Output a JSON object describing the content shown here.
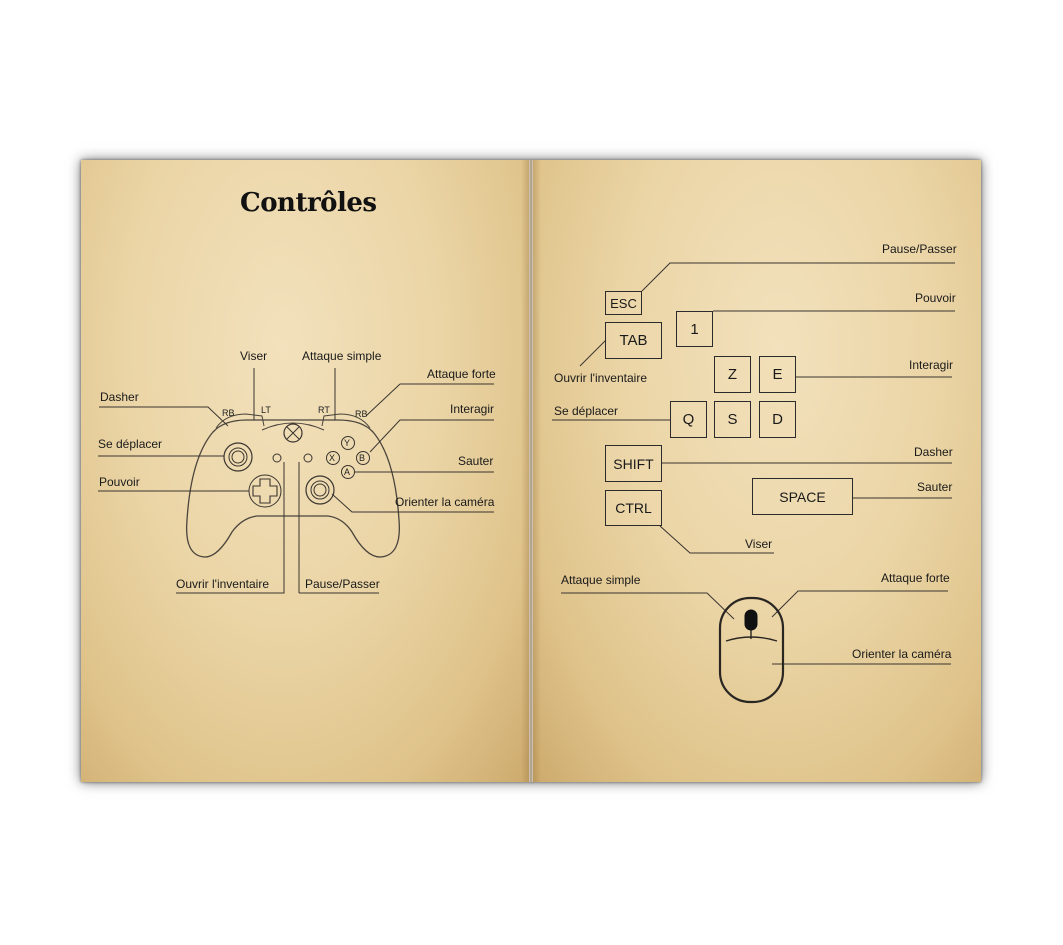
{
  "title": "Contrôles",
  "gamepad": {
    "bumpers": {
      "lb": "RB",
      "lt": "LT",
      "rt": "RT",
      "rb": "RB"
    },
    "face_buttons": {
      "y": "Y",
      "x": "X",
      "b": "B",
      "a": "A"
    },
    "labels": {
      "viser": "Viser",
      "attaque_simple": "Attaque simple",
      "attaque_forte": "Attaque forte",
      "dasher": "Dasher",
      "interagir": "Interagir",
      "se_deplacer": "Se déplacer",
      "sauter": "Sauter",
      "pouvoir": "Pouvoir",
      "orienter_camera": "Orienter la caméra",
      "ouvrir_inventaire": "Ouvrir l'inventaire",
      "pause_passer": "Pause/Passer"
    }
  },
  "keyboard": {
    "keys": {
      "esc": "ESC",
      "tab": "TAB",
      "one": "1",
      "z": "Z",
      "e": "E",
      "q": "Q",
      "s": "S",
      "d": "D",
      "shift": "SHIFT",
      "ctrl": "CTRL",
      "space": "SPACE"
    },
    "labels": {
      "pause_passer": "Pause/Passer",
      "pouvoir": "Pouvoir",
      "ouvrir_inventaire": "Ouvrir l'inventaire",
      "interagir": "Interagir",
      "se_deplacer": "Se déplacer",
      "dasher": "Dasher",
      "sauter": "Sauter",
      "viser": "Viser"
    }
  },
  "mouse": {
    "labels": {
      "attaque_simple": "Attaque simple",
      "attaque_forte": "Attaque forte",
      "orienter_camera": "Orienter la caméra"
    }
  }
}
